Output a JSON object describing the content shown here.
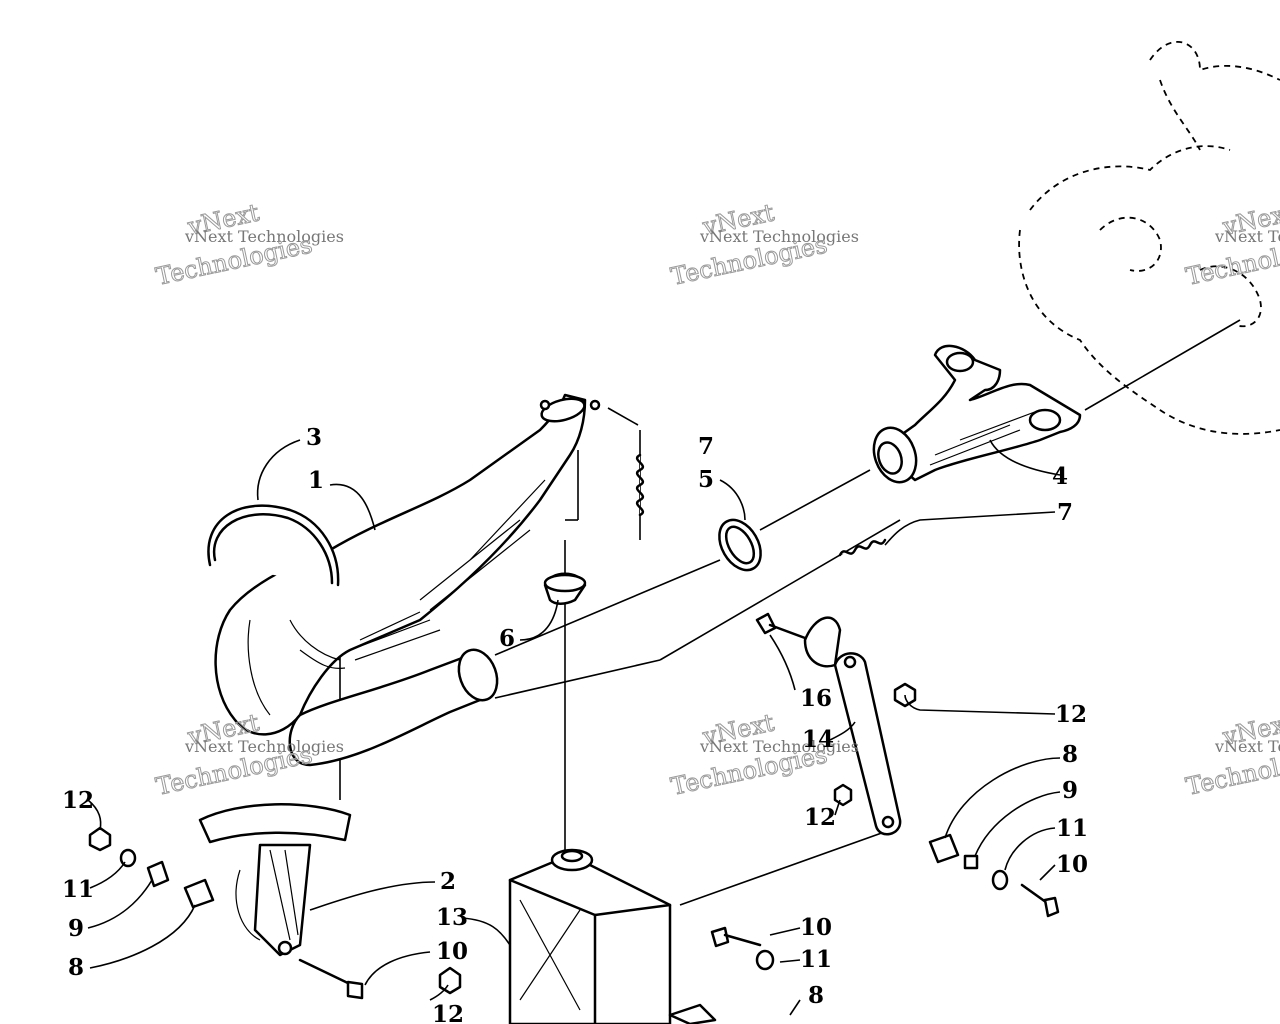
{
  "watermark": {
    "line1": "vNext Technologies",
    "line2": "Technologies",
    "top": "vNext"
  },
  "callouts": {
    "c1": "1",
    "c2": "2",
    "c3": "3",
    "c4": "4",
    "c5": "5",
    "c6": "6",
    "c7a": "7",
    "c7b": "7",
    "c8a": "8",
    "c8b": "8",
    "c8c": "8",
    "c9a": "9",
    "c9b": "9",
    "c10a": "10",
    "c10b": "10",
    "c10c": "10",
    "c11a": "11",
    "c11b": "11",
    "c11c": "11",
    "c12a": "12",
    "c12b": "12",
    "c12c": "12",
    "c12d": "12",
    "c13": "13",
    "c14": "14",
    "c16": "16"
  }
}
